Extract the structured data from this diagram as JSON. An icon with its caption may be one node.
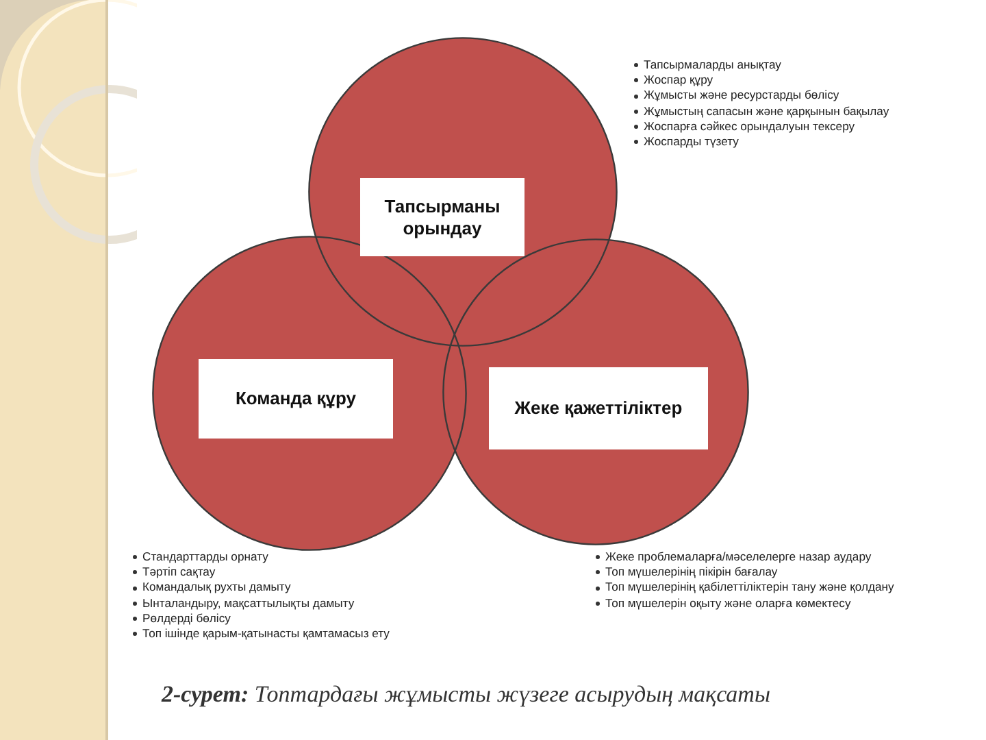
{
  "diagram": {
    "caption": "**2-сурет:** Топтардағы жұмысты жүзеге асырудың мақсаты",
    "nodes": [
      {
        "text": [
          "Тапсырманы орындау"
        ],
        "beside": [
          "Тапсырмаларды анықтау",
          "Жоспар құру",
          "Жұмысты және ресурстарды бөлісу",
          "Жұмыстың сапасын және қарқынын бақылау",
          "Жоспарға сәйкес орындалуын тексеру",
          "Жоспарды түзету"
        ]
      },
      {
        "text": [
          "Команда құру"
        ],
        "beside": [
          "Стандарттарды орнату",
          "Тәртіп сақтау",
          "Командалық рухты дамыту",
          "Ынталандыру, мақсаттылықты дамыту",
          "Рөлдерді бөлісу",
          "Топ ішінде қарым-қатынасты қамтамасыз ету"
        ]
      },
      {
        "text": [
          "Жеке қажеттіліктер"
        ],
        "beside": [
          "Жеке проблемаларға/мәселелерге назар аудару",
          "Топ мүшелерінің пікірін бағалау",
          "Топ мүшелерінің қабілеттіліктерін тану және қолдану",
          "Топ мүшелерін оқыту және оларға көмектесу"
        ]
      }
    ]
  }
}
